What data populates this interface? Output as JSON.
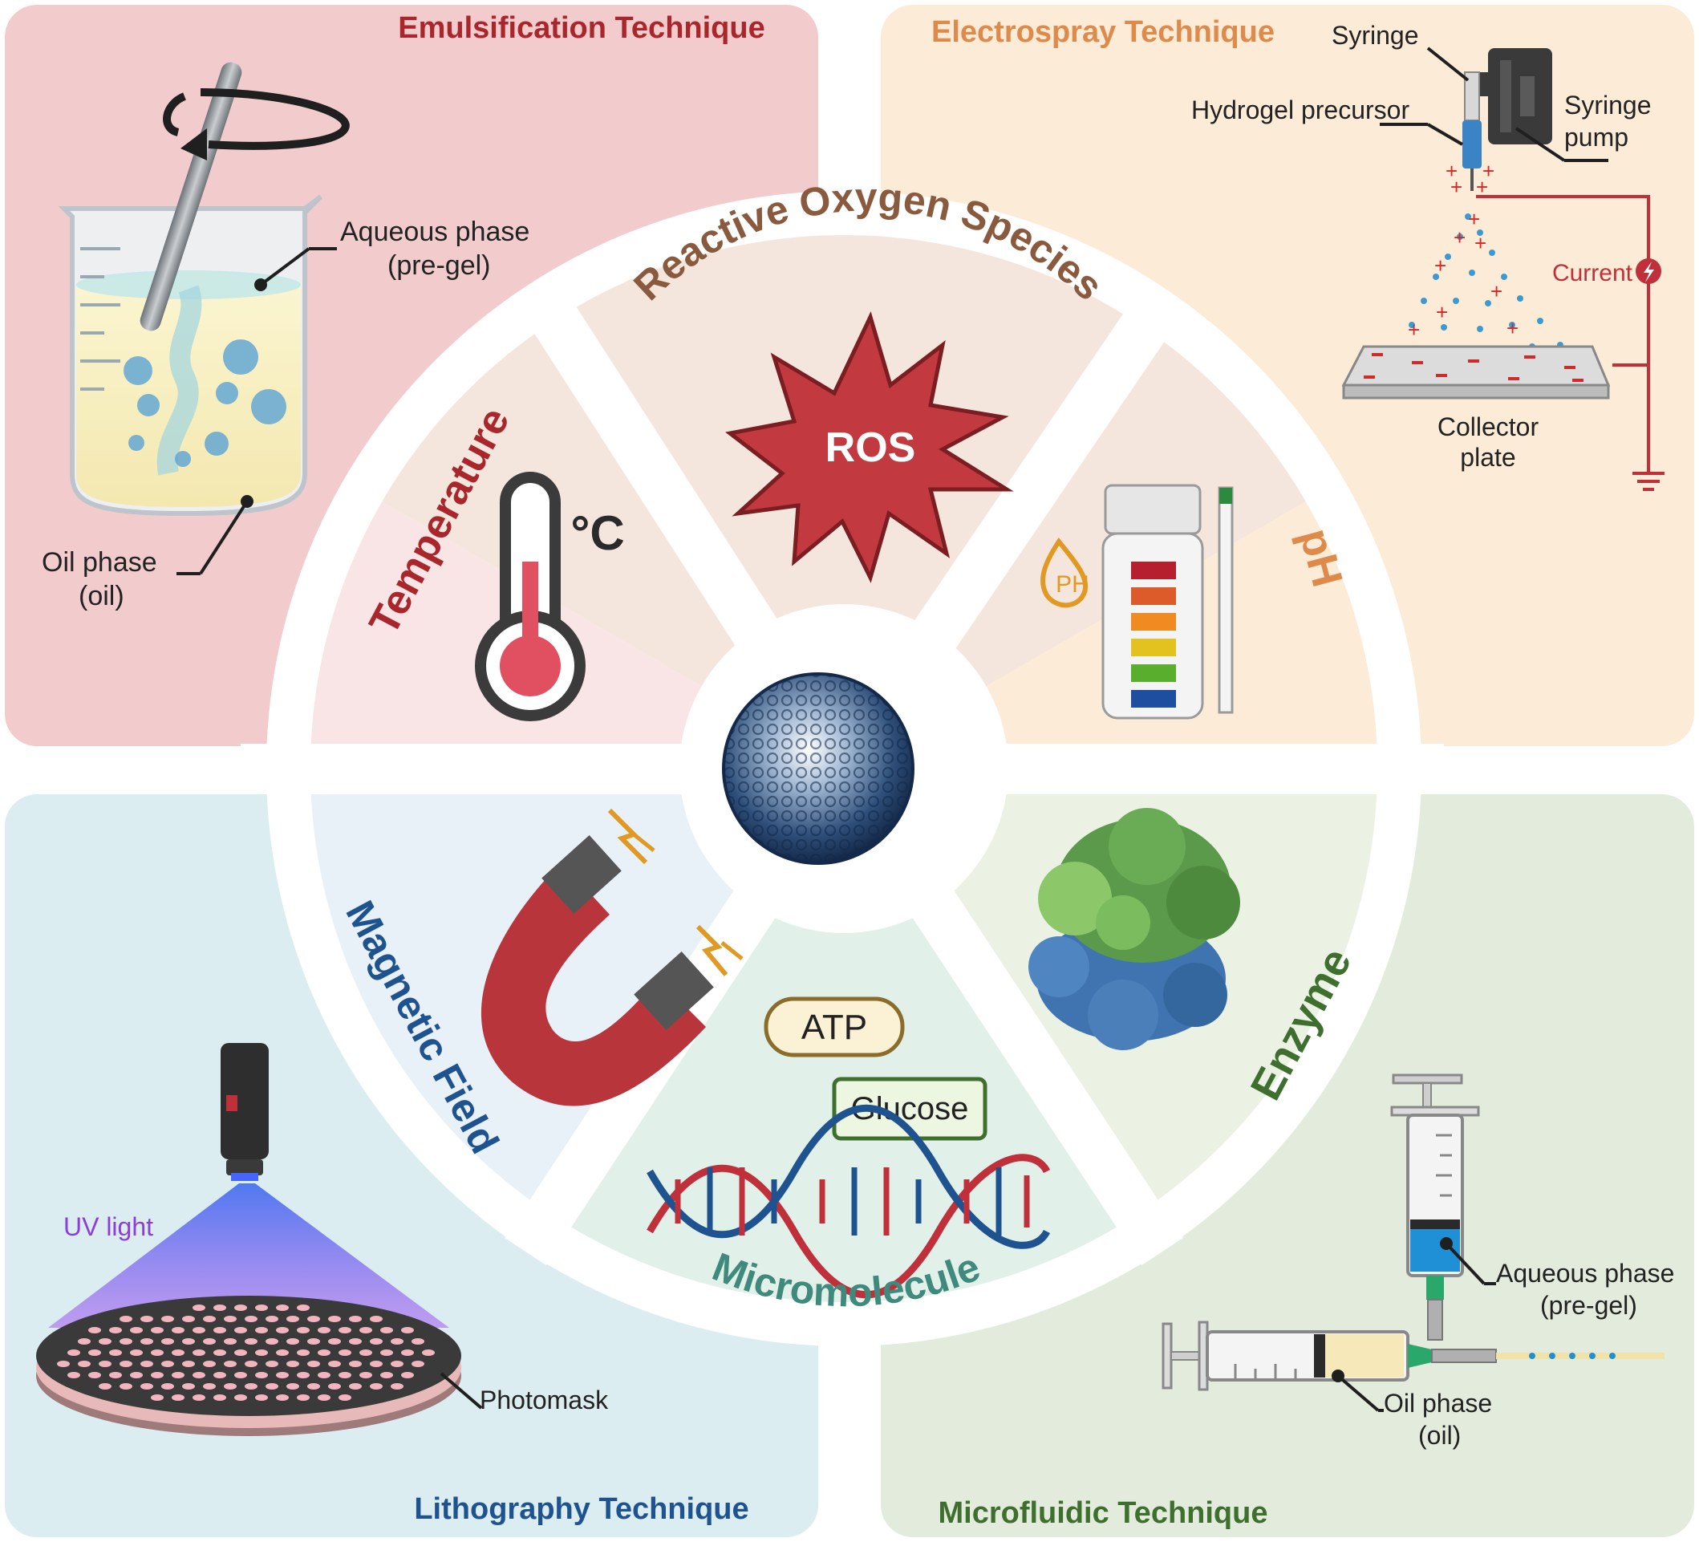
{
  "techniques": {
    "emulsification": {
      "title": "Emulsification Technique",
      "aqueous_label": "Aqueous phase",
      "aqueous_sub": "(pre-gel)",
      "oil_label": "Oil phase",
      "oil_sub": "(oil)"
    },
    "electrospray": {
      "title": "Electrospray Technique",
      "syringe": "Syringe",
      "precursor": "Hydrogel precursor",
      "pump_1": "Syringe",
      "pump_2": "pump",
      "current": "Current",
      "collector_1": "Collector",
      "collector_2": "plate"
    },
    "lithography": {
      "title": "Lithography Technique",
      "uv": "UV light",
      "photomask": "Photomask"
    },
    "microfluidic": {
      "title": "Microfluidic Technique",
      "aqueous_label": "Aqueous phase",
      "aqueous_sub": "(pre-gel)",
      "oil_label": "Oil phase",
      "oil_sub": "(oil)"
    }
  },
  "stimuli": {
    "ros": {
      "label": "Reactive Oxygen Species",
      "badge": "ROS"
    },
    "temperature": {
      "label": "Temperature",
      "unit": "°C"
    },
    "ph": {
      "label": "pH",
      "icon_text": "PH"
    },
    "magnetic": {
      "label": "Magnetic Field"
    },
    "micromolecule": {
      "label": "Micromolecule",
      "tag_1": "ATP",
      "tag_2": "Glucose"
    },
    "enzyme": {
      "label": "Enzyme"
    }
  },
  "colors": {
    "emulsification_bg": "#f2cccc",
    "electrospray_bg": "#fcebd6",
    "lithography_bg": "#dcedf1",
    "microfluidic_bg": "#e3ecdc",
    "emulsification_title": "#a8262c",
    "electrospray_title": "#dd8a4b",
    "lithography_title": "#1e5390",
    "microfluidic_title": "#3f6f2f"
  }
}
